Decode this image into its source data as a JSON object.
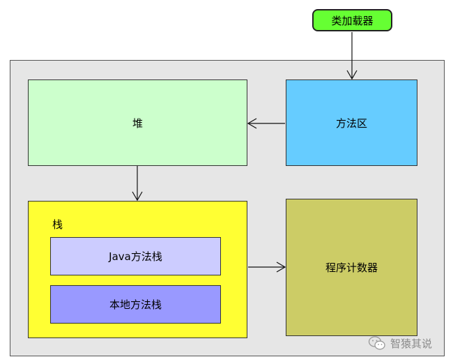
{
  "diagram": {
    "class_loader": "类加载器",
    "heap": "堆",
    "method_area": "方法区",
    "stack": {
      "label": "栈",
      "java_stack": "Java方法栈",
      "native_stack": "本地方法栈"
    },
    "pc_register": "程序计数器"
  },
  "watermark": {
    "icon": "wechat-icon",
    "text": "智猿其说"
  },
  "colors": {
    "frame": "#e6e6e6",
    "class_loader": "#66ff33",
    "heap": "#ccffcc",
    "method_area": "#66ccff",
    "stack": "#ffff33",
    "java_stack": "#ccccff",
    "native_stack": "#9999ff",
    "pc_register": "#cccc66"
  }
}
